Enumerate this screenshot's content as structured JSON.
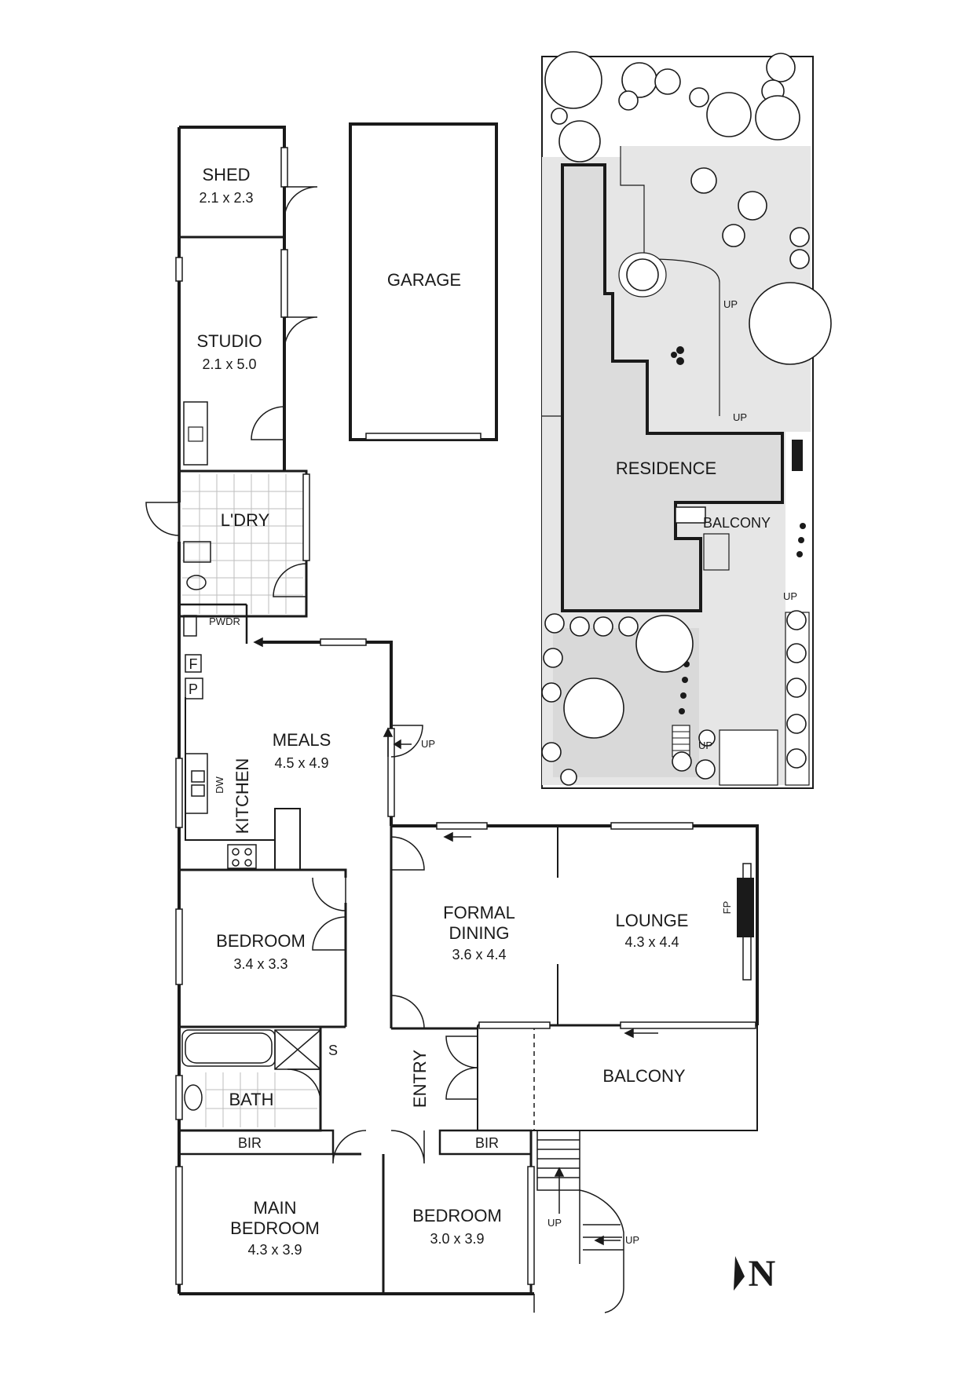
{
  "rooms": {
    "shed": {
      "name": "SHED",
      "size": "2.1 x 2.3"
    },
    "studio": {
      "name": "STUDIO",
      "size": "2.1 x 5.0"
    },
    "garage": {
      "name": "GARAGE"
    },
    "laundry": {
      "name": "L'DRY"
    },
    "powder": {
      "name": "PWDR"
    },
    "meals": {
      "name": "MEALS",
      "size": "4.5 x 4.9"
    },
    "kitchen": {
      "name": "KITCHEN"
    },
    "bedroom_west": {
      "name": "BEDROOM",
      "size": "3.4 x 3.3"
    },
    "formal_dining": {
      "name_line1": "FORMAL",
      "name_line2": "DINING",
      "size": "3.6 x 4.4"
    },
    "lounge": {
      "name": "LOUNGE",
      "size": "4.3 x 4.4"
    },
    "bath": {
      "name": "BATH"
    },
    "entry": {
      "name": "ENTRY"
    },
    "balcony_main": {
      "name": "BALCONY"
    },
    "main_bedroom": {
      "name_line1": "MAIN",
      "name_line2": "BEDROOM",
      "size": "4.3 x 3.9"
    },
    "bedroom_south": {
      "name": "BEDROOM",
      "size": "3.0 x 3.9"
    },
    "bir_west": {
      "name": "BIR"
    },
    "bir_east": {
      "name": "BIR"
    }
  },
  "fixtures": {
    "fridge": "F",
    "pantry": "P",
    "dishwasher": "DW",
    "shower": "S",
    "fireplace": "FP"
  },
  "stair_labels": {
    "meals_up": "UP",
    "front_up_1": "UP",
    "front_up_2": "UP"
  },
  "site_plan": {
    "residence": "RESIDENCE",
    "balcony": "BALCONY",
    "up_1": "UP",
    "up_2": "UP",
    "up_3": "UP",
    "up_4": "UP"
  },
  "compass": {
    "label": "N"
  },
  "colors": {
    "wall": "#1a1a1a",
    "site_fill": "#e6e6e6",
    "background": "#ffffff"
  }
}
